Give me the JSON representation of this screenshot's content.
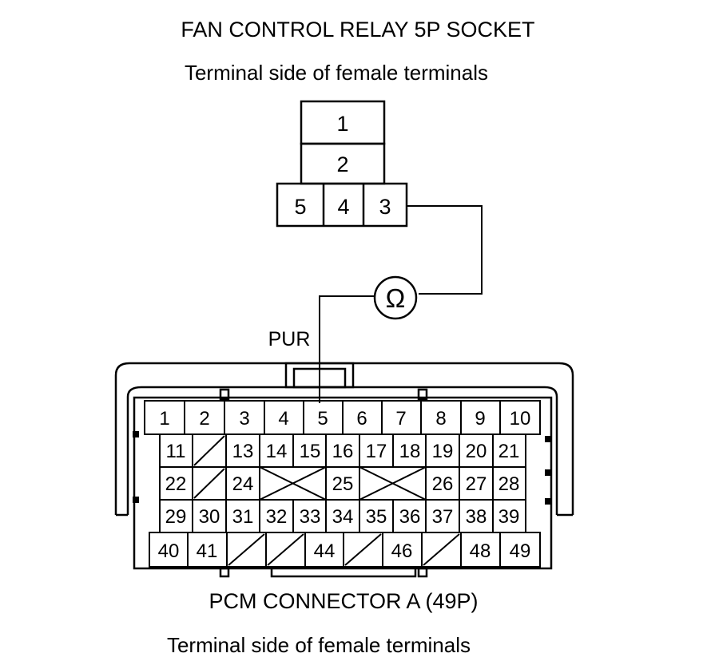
{
  "relay": {
    "title": "FAN CONTROL RELAY 5P SOCKET",
    "subtitle": "Terminal side of female terminals",
    "pins": {
      "p1": "1",
      "p2": "2",
      "p3": "3",
      "p4": "4",
      "p5": "5"
    }
  },
  "meter": {
    "symbol": "Ω"
  },
  "wire": {
    "color_label": "PUR"
  },
  "pcm": {
    "title": "PCM CONNECTOR A (49P)",
    "subtitle": "Terminal side of female terminals",
    "rows": [
      [
        "1",
        "2",
        "3",
        "4",
        "5",
        "6",
        "7",
        "8",
        "9",
        "10"
      ],
      [
        "11",
        "",
        "13",
        "14",
        "15",
        "16",
        "17",
        "18",
        "19",
        "20",
        "21"
      ],
      [
        "22",
        "",
        "24",
        "",
        "",
        "25",
        "",
        "",
        "26",
        "27",
        "28"
      ],
      [
        "29",
        "30",
        "31",
        "32",
        "33",
        "34",
        "35",
        "36",
        "37",
        "38",
        "39"
      ],
      [
        "40",
        "41",
        "",
        "",
        "44",
        "",
        "46",
        "",
        "48",
        "49"
      ]
    ]
  }
}
